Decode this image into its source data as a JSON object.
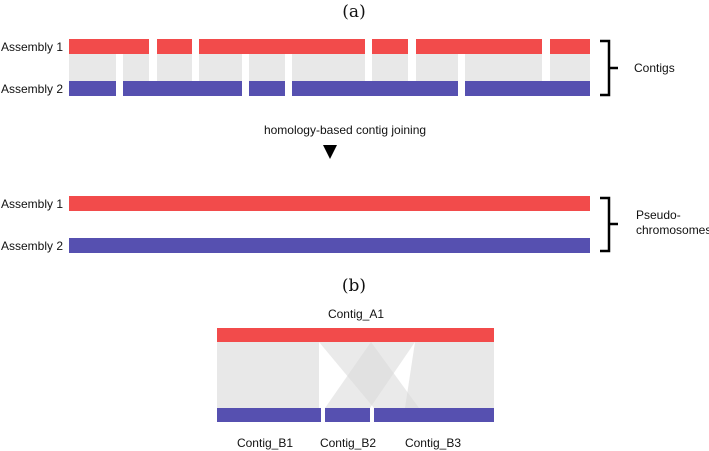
{
  "panel_a": {
    "label": "(a)",
    "top": {
      "assembly1_label": "Assembly 1",
      "assembly2_label": "Assembly 2",
      "bracket_label": "Contigs"
    },
    "arrow_label": "homology-based contig joining",
    "bottom": {
      "assembly1_label": "Assembly 1",
      "assembly2_label": "Assembly 2",
      "bracket_label_line1": "Pseudo-",
      "bracket_label_line2": "chromosomes"
    }
  },
  "panel_b": {
    "label": "(b)",
    "contig_a1_label": "Contig_A1",
    "contig_b1_label": "Contig_B1",
    "contig_b2_label": "Contig_B2",
    "contig_b3_label": "Contig_B3"
  },
  "colors": {
    "assembly1": "#f24b4b",
    "assembly2": "#5650b0",
    "link": "#d9d9d9"
  }
}
